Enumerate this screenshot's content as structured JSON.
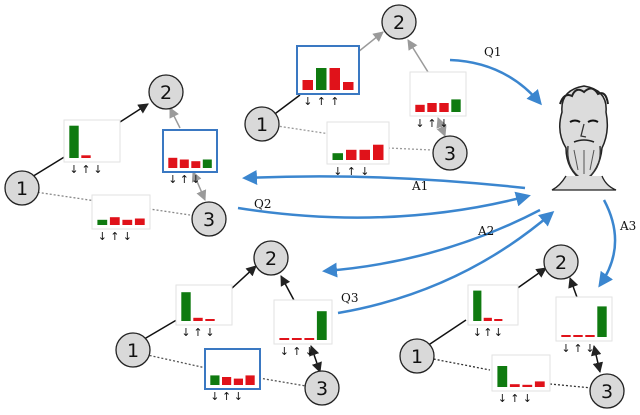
{
  "colors": {
    "positive": "#0f7a10",
    "negative": "#e0121a",
    "highlight": "#3a78c2",
    "arrow": "#3b86cf",
    "node_fill": "#d9d9d9",
    "edge_to_agent": "#9a9a9a"
  },
  "messages": {
    "q1": "Q1",
    "q2": "Q2",
    "q3": "Q3",
    "a1": "A1",
    "a2": "A2",
    "a3": "A3"
  },
  "graphs": [
    {
      "id": "g1",
      "nodes": [
        "1",
        "2",
        "3"
      ],
      "panels": [
        {
          "id": "g1-p1",
          "highlighted": false,
          "values": [
            0.95,
            -0.08,
            0,
            0
          ],
          "arrows": [
            "↓",
            "↑",
            "↓"
          ]
        },
        {
          "id": "g1-p2",
          "highlighted": true,
          "values": [
            -0.3,
            -0.25,
            -0.2,
            0.25
          ],
          "arrows": [
            "↓",
            "↑",
            "↓"
          ]
        },
        {
          "id": "g1-p3",
          "highlighted": false,
          "values": [
            0.2,
            -0.3,
            -0.2,
            -0.25
          ],
          "arrows": [
            "↓",
            "↑",
            "↓"
          ]
        }
      ]
    },
    {
      "id": "g2",
      "nodes": [
        "1",
        "2",
        "3"
      ],
      "panels": [
        {
          "id": "g2-p1",
          "highlighted": true,
          "values": [
            -0.25,
            0.55,
            -0.55,
            -0.2
          ],
          "arrows": [
            "↓",
            "↑",
            "↑"
          ]
        },
        {
          "id": "g2-p2",
          "highlighted": false,
          "values": [
            -0.2,
            -0.25,
            -0.25,
            0.35
          ],
          "arrows": [
            "↓",
            "↑",
            "↓"
          ]
        },
        {
          "id": "g2-p3",
          "highlighted": false,
          "values": [
            0.2,
            -0.3,
            -0.3,
            -0.45
          ],
          "arrows": [
            "↓",
            "↑",
            "↓"
          ]
        }
      ]
    },
    {
      "id": "g3",
      "nodes": [
        "1",
        "2",
        "3"
      ],
      "panels": [
        {
          "id": "g3-p1",
          "highlighted": false,
          "values": [
            0.9,
            -0.1,
            -0.05,
            0
          ],
          "arrows": [
            "↓",
            "↑",
            "↓"
          ]
        },
        {
          "id": "g3-p2",
          "highlighted": false,
          "values": [
            -0.05,
            -0.05,
            -0.05,
            0.8
          ],
          "arrows": [
            "↓",
            "↑",
            "↓"
          ]
        },
        {
          "id": "g3-p3",
          "highlighted": true,
          "values": [
            0.3,
            -0.25,
            -0.2,
            -0.3
          ],
          "arrows": [
            "↓",
            "↑",
            "↓"
          ]
        }
      ]
    },
    {
      "id": "g4",
      "nodes": [
        "1",
        "2",
        "3"
      ],
      "panels": [
        {
          "id": "g4-p1",
          "highlighted": false,
          "values": [
            0.95,
            -0.1,
            -0.05,
            0
          ],
          "arrows": [
            "↓",
            "↑",
            "↓"
          ]
        },
        {
          "id": "g4-p2",
          "highlighted": false,
          "values": [
            -0.05,
            -0.05,
            -0.05,
            0.85
          ],
          "arrows": [
            "↓",
            "↑",
            "↓"
          ]
        },
        {
          "id": "g4-p3",
          "highlighted": false,
          "values": [
            0.75,
            -0.1,
            -0.08,
            -0.2
          ],
          "arrows": [
            "↓",
            "↑",
            "↓"
          ]
        }
      ]
    }
  ]
}
